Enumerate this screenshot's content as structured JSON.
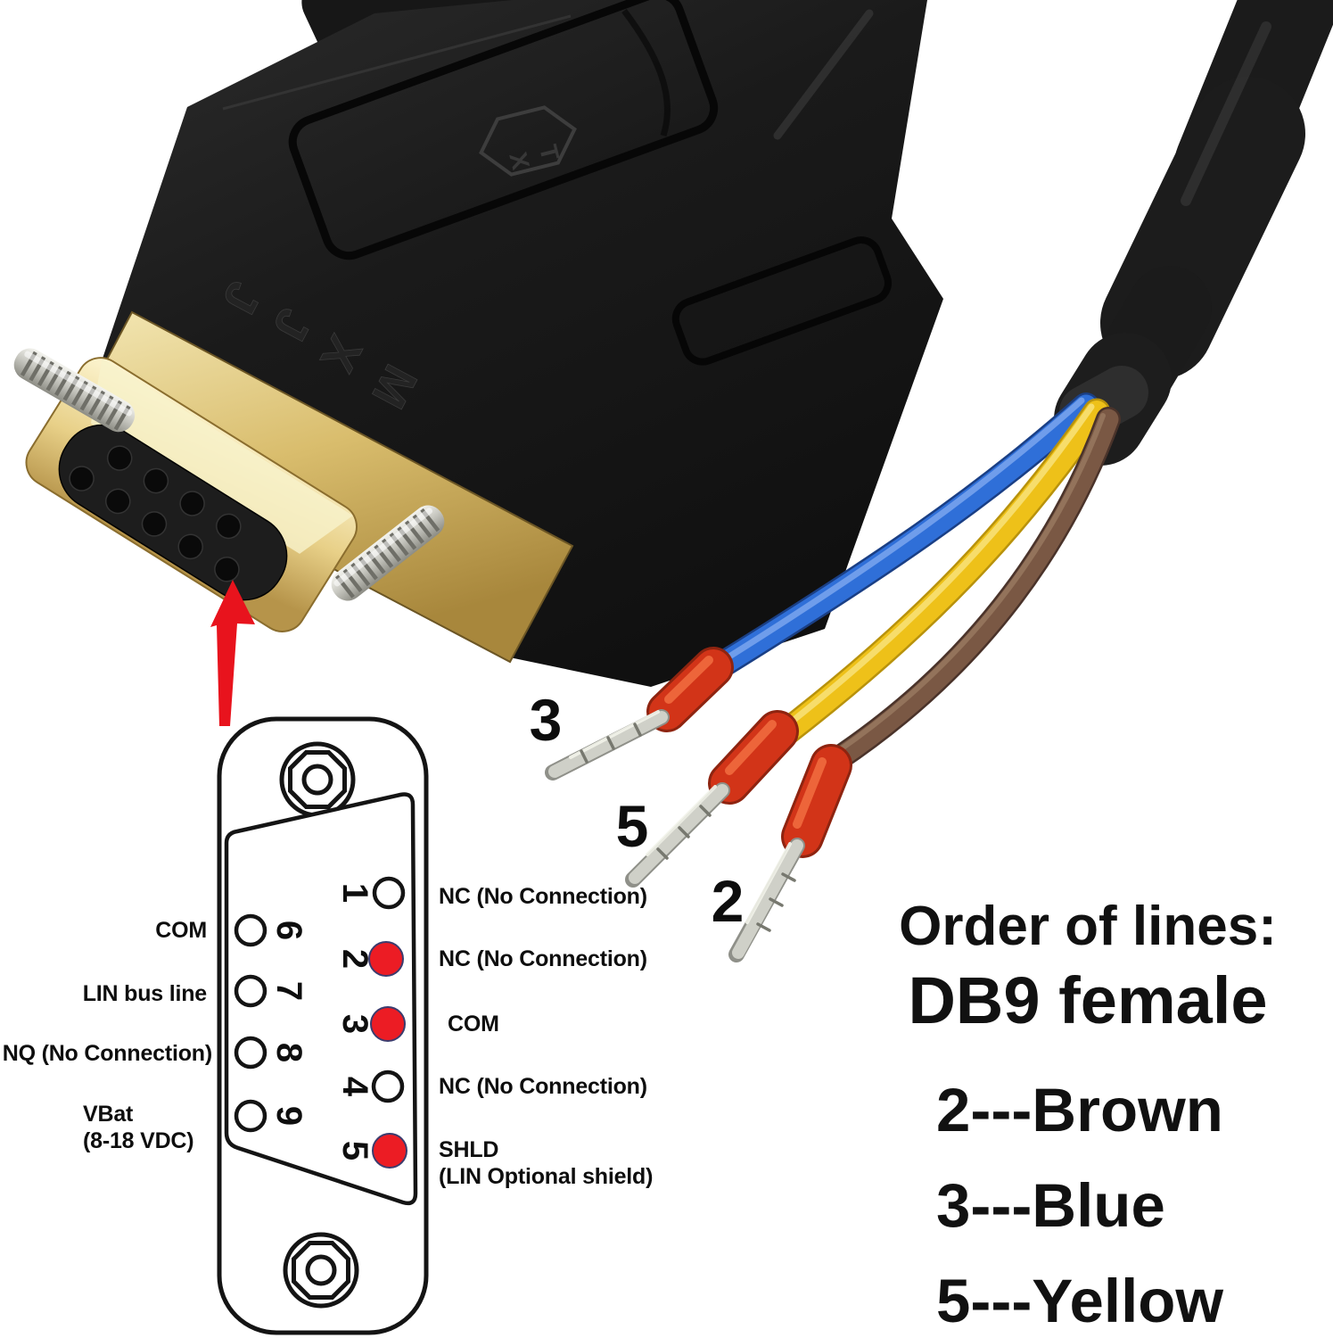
{
  "photo": {
    "shell_logo": "JJXM",
    "badge": "XT"
  },
  "wires": [
    {
      "callout": "3",
      "color_name": "Blue",
      "hex": "#2f6fd8"
    },
    {
      "callout": "5",
      "color_name": "Yellow",
      "hex": "#eec119"
    },
    {
      "callout": "2",
      "color_name": "Brown",
      "hex": "#7a5844"
    }
  ],
  "pinout": {
    "colors": {
      "active_pin": "#ec1c24",
      "arrow": "#e8131d"
    },
    "right_pins": [
      {
        "number": "1",
        "filled": false,
        "label": "NC (No Connection)"
      },
      {
        "number": "2",
        "filled": true,
        "label": "NC (No Connection)"
      },
      {
        "number": "3",
        "filled": true,
        "label": "COM"
      },
      {
        "number": "4",
        "filled": false,
        "label": "NC (No Connection)"
      },
      {
        "number": "5",
        "filled": true,
        "label_line1": "SHLD",
        "label_line2": "(LIN Optional shield)"
      }
    ],
    "left_pins": [
      {
        "number": "6",
        "filled": false,
        "label": "COM"
      },
      {
        "number": "7",
        "filled": false,
        "label": "LIN bus line"
      },
      {
        "number": "8",
        "filled": false,
        "label": "NQ (No Connection)"
      },
      {
        "number": "9",
        "filled": false,
        "label_line1": "VBat",
        "label_line2": "(8-18 VDC)"
      }
    ]
  },
  "legend": {
    "title": "Order of lines:",
    "subtitle": "DB9 female",
    "items": [
      {
        "text": "2---Brown"
      },
      {
        "text": "3---Blue"
      },
      {
        "text": "5---Yellow"
      }
    ]
  }
}
